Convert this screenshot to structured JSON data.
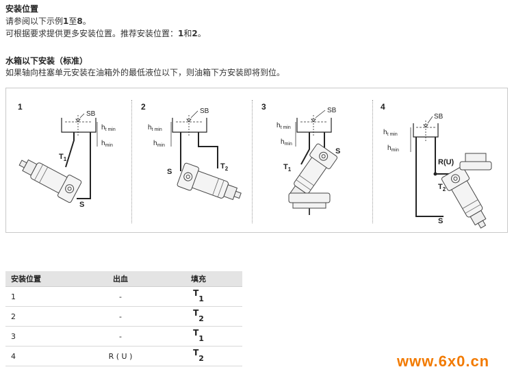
{
  "heading": {
    "title": "安装位置",
    "line1_prefix": "请参阅以下示例",
    "line1_a": "1",
    "line1_mid": "至",
    "line1_b": "8",
    "line1_suffix": "。",
    "line2_prefix": "可根据要求提供更多安装位置。推荐安装位置：",
    "line2_a": "1",
    "line2_mid": "和",
    "line2_b": "2",
    "line2_suffix": "。"
  },
  "section": {
    "title": "水箱以下安装（标准）",
    "description": "如果轴向柱塞单元安装在油箱外的最低液位以下，则油箱下方安装即将到位。"
  },
  "figures": [
    {
      "number": "1",
      "sb": "SB",
      "ht": "h",
      "ht_sub": "t min",
      "hmin": "h",
      "hmin_sub": "min",
      "t_label": "T",
      "t_sub": "1",
      "s_label": "S"
    },
    {
      "number": "2",
      "sb": "SB",
      "ht": "h",
      "ht_sub": "t min",
      "hmin": "h",
      "hmin_sub": "min",
      "t_label": "T",
      "t_sub": "2",
      "s_label": "S"
    },
    {
      "number": "3",
      "sb": "SB",
      "ht": "h",
      "ht_sub": "t min",
      "hmin": "h",
      "hmin_sub": "min",
      "t_label": "T",
      "t_sub": "1",
      "s_label": "S"
    },
    {
      "number": "4",
      "sb": "SB",
      "ht": "h",
      "ht_sub": "t min",
      "hmin": "h",
      "hmin_sub": "min",
      "t_label": "T",
      "t_sub": "2",
      "s_label": "S",
      "r_label": "R(U)"
    }
  ],
  "table": {
    "headers": [
      "安装位置",
      "出血",
      "填充"
    ],
    "rows": [
      {
        "position": "1",
        "bleed": "-",
        "fill": "T",
        "fill_sub": "1"
      },
      {
        "position": "2",
        "bleed": "-",
        "fill": "T",
        "fill_sub": "2"
      },
      {
        "position": "3",
        "bleed": "-",
        "fill": "T",
        "fill_sub": "1"
      },
      {
        "position": "4",
        "bleed": "R ( U )",
        "fill": "T",
        "fill_sub": "2"
      }
    ]
  },
  "watermark": "www.6x0.cn"
}
